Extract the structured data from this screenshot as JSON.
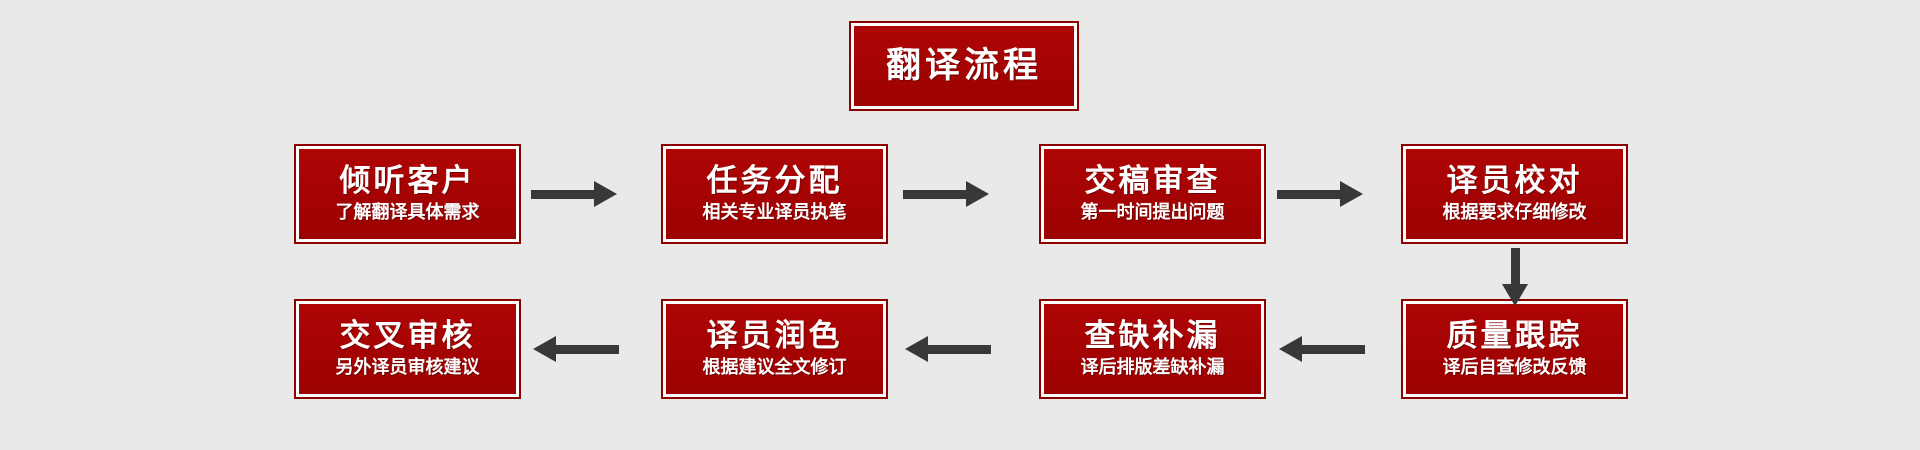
{
  "diagram": {
    "title": "翻译流程",
    "background_color": "#e9e9e9",
    "box_fill_color": "#a60303",
    "box_border_color": "#8d0000",
    "text_color": "#ffffff",
    "arrow_color": "#383838",
    "steps": [
      {
        "id": "step-1",
        "title": "倾听客户",
        "subtitle": "了解翻译具体需求"
      },
      {
        "id": "step-2",
        "title": "任务分配",
        "subtitle": "相关专业译员执笔"
      },
      {
        "id": "step-3",
        "title": "交稿审查",
        "subtitle": "第一时间提出问题"
      },
      {
        "id": "step-4",
        "title": "译员校对",
        "subtitle": "根据要求仔细修改"
      },
      {
        "id": "step-5",
        "title": "质量跟踪",
        "subtitle": "译后自查修改反馈"
      },
      {
        "id": "step-6",
        "title": "查缺补漏",
        "subtitle": "译后排版差缺补漏"
      },
      {
        "id": "step-7",
        "title": "译员润色",
        "subtitle": "根据建议全文修订"
      },
      {
        "id": "step-8",
        "title": "交叉审核",
        "subtitle": "另外译员审核建议"
      }
    ],
    "connectors": [
      {
        "id": "arrow-1-2",
        "from": "step-1",
        "to": "step-2",
        "direction": "right"
      },
      {
        "id": "arrow-2-3",
        "from": "step-2",
        "to": "step-3",
        "direction": "right"
      },
      {
        "id": "arrow-3-4",
        "from": "step-3",
        "to": "step-4",
        "direction": "right"
      },
      {
        "id": "arrow-4-5",
        "from": "step-4",
        "to": "step-5",
        "direction": "down"
      },
      {
        "id": "arrow-5-6",
        "from": "step-5",
        "to": "step-6",
        "direction": "left"
      },
      {
        "id": "arrow-6-7",
        "from": "step-6",
        "to": "step-7",
        "direction": "left"
      },
      {
        "id": "arrow-7-8",
        "from": "step-7",
        "to": "step-8",
        "direction": "left"
      }
    ]
  }
}
